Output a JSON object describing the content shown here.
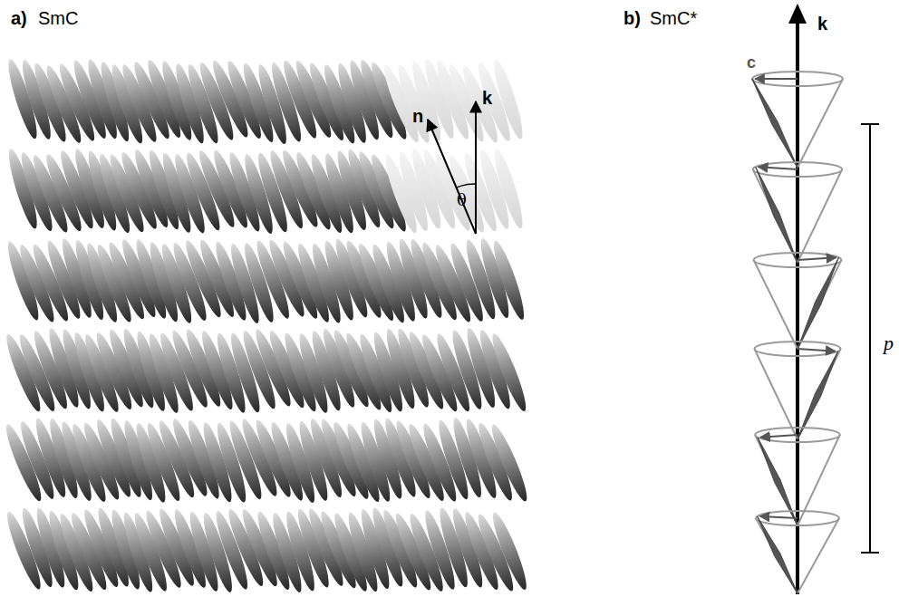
{
  "diagram": {
    "labels": [
      "a)",
      "SmC",
      "b)",
      "SmC*",
      "n",
      "k",
      "θ",
      "k",
      "c",
      "p"
    ]
  }
}
